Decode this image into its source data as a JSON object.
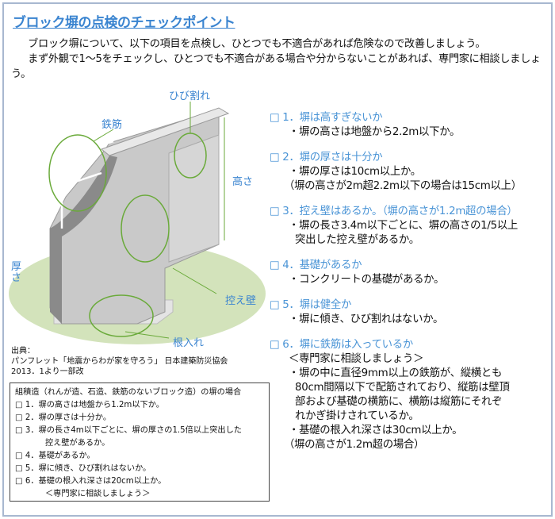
{
  "title": "ブロック塀の点検のチェックポイント",
  "intro": [
    "ブロック塀について、以下の項目を点検し、ひとつでも不適合があれば危険なので改善しましょう。",
    "まず外観で1～5をチェックし、ひとつでも不適合がある場合や分からないことがあれば、専門家に相談しましょう。"
  ],
  "illustration": {
    "rebar": "鉄筋",
    "crack": "ひび割れ",
    "height": "高さ",
    "thickness": "厚さ",
    "buttress": "控え壁",
    "embed": "根入れ"
  },
  "source": [
    "出典：",
    "パンフレット「地震からわが家を守ろう」 日本建築防災協会",
    "2013．1より一部改"
  ],
  "masonry": {
    "heading": "組積造（れんが造、石造、鉄筋のないブロック造）の塀の場合",
    "items": [
      "□ 1．塀の高さは地盤から1.2m以下か。",
      "□ 2．塀の厚さは十分か。",
      "□ 3．塀の長さ4m以下ごとに、塀の厚さの1.5倍以上突出した",
      "控え壁があるか。",
      "□ 4．基礎があるか。",
      "□ 5．塀に傾き、ひび割れはないか。",
      "□ 6．基礎の根入れ深さは20cm以上か。",
      "＜専門家に相談しましょう＞"
    ]
  },
  "checks": [
    {
      "h": "□ 1．塀は高すぎないか",
      "d": [
        "・塀の高さは地盤から2.2m以下か。"
      ]
    },
    {
      "h": "□ 2．塀の厚さは十分か",
      "d": [
        "・塀の厚さは10cm以上か。",
        "（塀の高さが2m超2.2m以下の場合は15cm以上）"
      ]
    },
    {
      "h": "□ 3．控え壁はあるか。（塀の高さが1.2m超の場合）",
      "d": [
        "・塀の長さ3.4m以下ごとに、塀の高さの1/5以上",
        "突出した控え壁があるか。"
      ]
    },
    {
      "h": "□ 4．基礎があるか",
      "d": [
        "・コンクリートの基礎があるか。"
      ]
    },
    {
      "h": "□ 5．塀は健全か",
      "d": [
        "・塀に傾き、ひび割れはないか。"
      ]
    },
    {
      "h": "□ 6．塀に鉄筋は入っているか",
      "d": [
        "＜専門家に相談しましょう＞",
        "・塀の中に直径9mm以上の鉄筋が、縦横とも",
        "80cm間隔以下で配筋されており、縦筋は壁頂",
        "部および基礎の横筋に、横筋は縦筋にそれぞ",
        "れかぎ掛けされているか。",
        "・基礎の根入れ深さは30cm以上か。",
        "（塀の高さが1.2m超の場合）"
      ]
    }
  ]
}
